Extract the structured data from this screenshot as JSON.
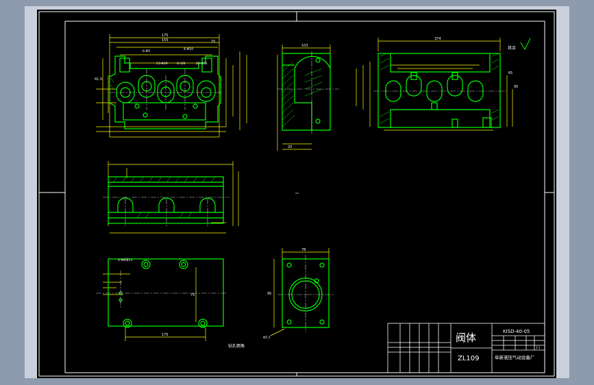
{
  "colors": {
    "frame_outer": "#8e9aae",
    "frame_inner": "#c9d0dc",
    "sheet": "#000000",
    "border": "#ffffff",
    "part_line": "#00ff00",
    "dimension_line": "#ffff00",
    "center_line": "#cccccc",
    "text": "#ffffff"
  },
  "title_block": {
    "part_name": "阀体",
    "material": "ZL109",
    "drawing_number": "KISD-40-05",
    "company": "阜新液压气动设备厂",
    "scale": "1:1"
  },
  "annotations": {
    "roughness_note": "其余",
    "view_label_bottom_left": "钻孔倒角",
    "hole_callout": "4-M6深11",
    "surface_note": "Φ5.5"
  },
  "dimensions": {
    "front_width": "175",
    "front_inner": "155",
    "front_height": "25",
    "thread_1": "6-M5",
    "thread_2": "4-M10",
    "thread_3": "13-Φ39",
    "thread_4": "G-3/8",
    "thread_5": "20-Φ16",
    "left_side_small": "41.5",
    "right_height_1": "65",
    "right_height_2": "95",
    "top_right_width": "374",
    "side_width": "103",
    "bottom_dim": "20",
    "bottom_plan_width": "175",
    "bottom_plan_height": "75",
    "small_view_dim": "78",
    "small_view_height": "95"
  }
}
